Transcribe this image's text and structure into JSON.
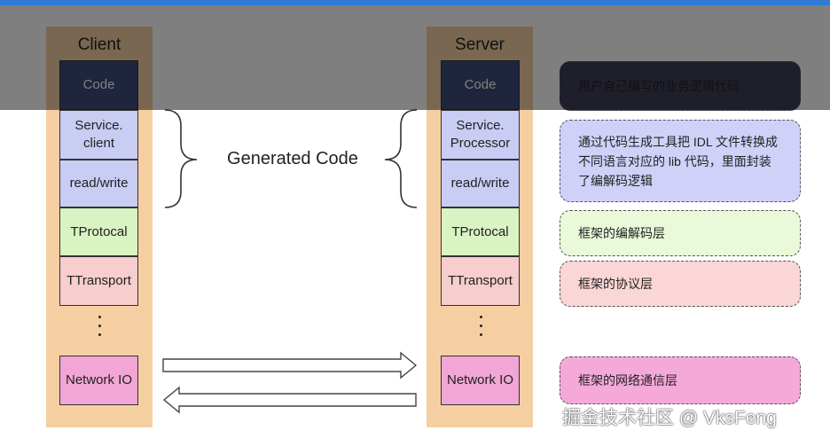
{
  "client": {
    "title": "Client",
    "layers": [
      {
        "label": "Code",
        "color": "#3d4b7a"
      },
      {
        "label": "Service.\nclient",
        "color": "#c9cdf4"
      },
      {
        "label": "read/write",
        "color": "#c9cdf4"
      },
      {
        "label": "TProtocal",
        "color": "#d9f3c3"
      },
      {
        "label": "TTransport",
        "color": "#f7cdcd"
      },
      {
        "label": "Network IO",
        "color": "#f2a6d6"
      }
    ]
  },
  "server": {
    "title": "Server",
    "layers": [
      {
        "label": "Code",
        "color": "#3d4b7a"
      },
      {
        "label": "Service.\nProcessor",
        "color": "#c9cdf4"
      },
      {
        "label": "read/write",
        "color": "#c9cdf4"
      },
      {
        "label": "TProtocal",
        "color": "#d9f3c3"
      },
      {
        "label": "TTransport",
        "color": "#f7cdcd"
      },
      {
        "label": "Network IO",
        "color": "#f2a6d6"
      }
    ]
  },
  "generated_code_label": "Generated Code",
  "notes": [
    {
      "text": "用户自己编写的业务逻辑代码",
      "color": "#3d3f55"
    },
    {
      "text": "通过代码生成工具把 IDL 文件转换成不同语言对应的 lib 代码，里面封装了编解码逻辑",
      "color": "#cfd1f8"
    },
    {
      "text": "框架的编解码层",
      "color": "#eaf9d9"
    },
    {
      "text": "框架的协议层",
      "color": "#fad6d6"
    },
    {
      "text": "框架的网络通信层",
      "color": "#f5a9d9"
    }
  ],
  "watermark": "掘金技术社区 @ VksFeng"
}
